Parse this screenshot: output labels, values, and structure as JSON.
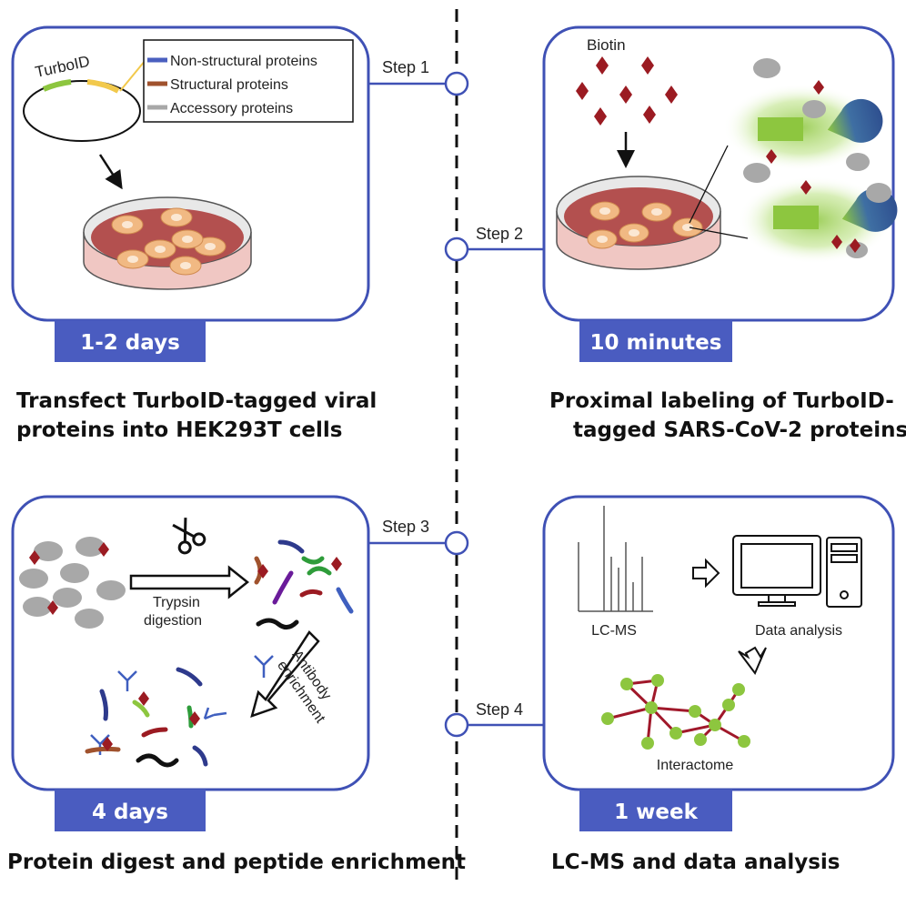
{
  "steps": [
    {
      "label": "Step 1",
      "duration": "1-2 days",
      "caption_line1": "Transfect TurboID-tagged viral",
      "caption_line2": "proteins into HEK293T cells"
    },
    {
      "label": "Step 2",
      "duration": "10 minutes",
      "caption_line1": "Proximal labeling of TurboID-",
      "caption_line2": "tagged SARS-CoV-2 proteins"
    },
    {
      "label": "Step 3",
      "duration": "4 days",
      "caption_line1": "Protein digest and peptide enrichment"
    },
    {
      "label": "Step 4",
      "duration": "1 week",
      "caption_line1": "LC-MS and data analysis"
    }
  ],
  "panel1": {
    "plasmid_label": "TurboID",
    "legend": [
      {
        "label": "Non-structural proteins",
        "color": "#4a5fbf"
      },
      {
        "label": "Structural proteins",
        "color": "#a0522d"
      },
      {
        "label": "Accessory proteins",
        "color": "#a8a8a8"
      }
    ]
  },
  "panel2": {
    "biotin_label": "Biotin"
  },
  "panel3": {
    "trypsin_line1": "Trypsin",
    "trypsin_line2": "digestion",
    "antibody_line1": "Antibody",
    "antibody_line2": "enrichment"
  },
  "panel4": {
    "lcms_label": "LC-MS",
    "data_label": "Data analysis",
    "interactome_label": "Interactome"
  },
  "colors": {
    "panel_border": "#3f51b5",
    "badge": "#4a5cc0",
    "biotin": "#9b1b22",
    "turbo_green": "#8dc63f",
    "node_green": "#8dc63f",
    "edge_red": "#a0182a"
  }
}
